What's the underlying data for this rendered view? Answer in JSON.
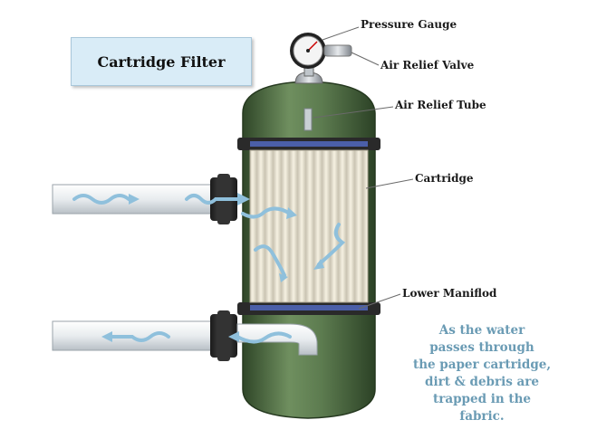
{
  "title": "Cartridge Filter",
  "labels": {
    "pressure_gauge": "Pressure Gauge",
    "air_relief_valve": "Air Relief Valve",
    "air_relief_tube": "Air Relief Tube",
    "cartridge": "Cartridge",
    "lower_manifold": "Lower Maniflod"
  },
  "caption": {
    "lines": [
      "As the water",
      "passes through",
      "the paper cartridge,",
      "dirt & debris are",
      "trapped in the",
      "fabric."
    ]
  },
  "colors": {
    "tank_green": "#4f6e45",
    "water_arrow": "#8fc0dc",
    "caption_text": "#6a9bb4",
    "title_box": "#d9ecf7"
  }
}
